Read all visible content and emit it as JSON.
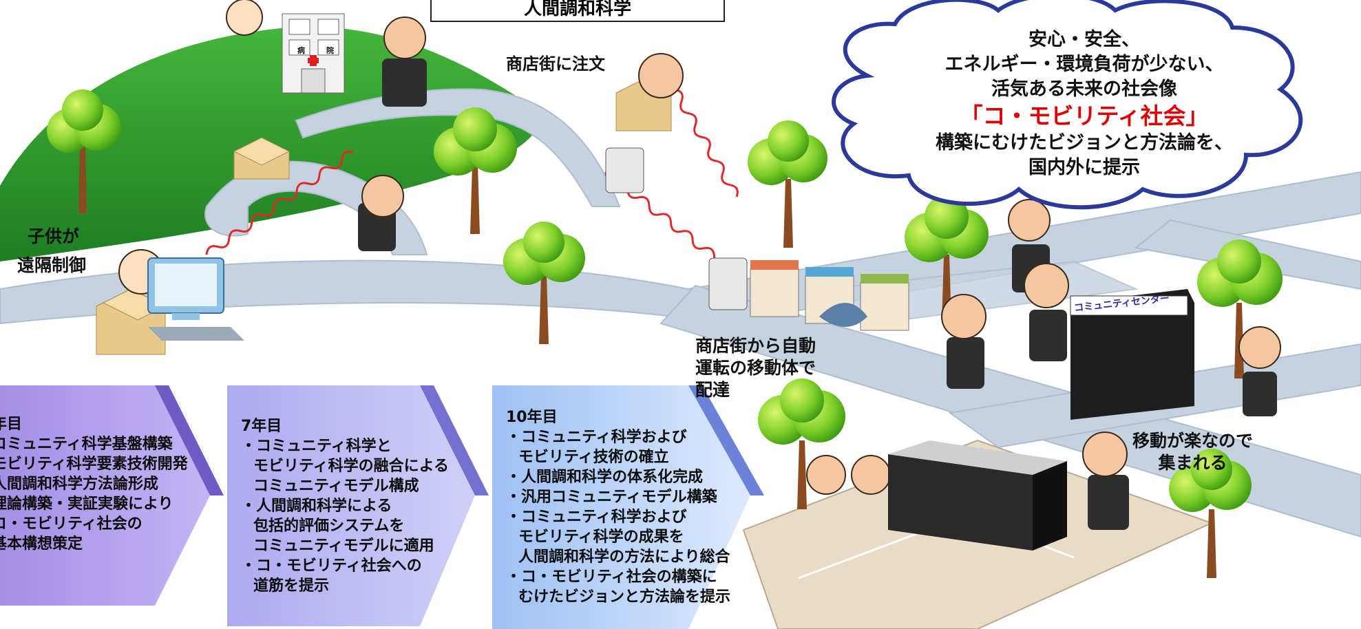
{
  "title": "人間調和科学",
  "cloud": {
    "line1": "安心・安全、",
    "line2": "エネルギー・環境負荷が少ない、",
    "line3": "活気ある未来の社会像",
    "highlight": "「コ・モビリティ社会」",
    "line4": "構築にむけたビジョンと方法論を、",
    "line5": "国内外に提示"
  },
  "labels": {
    "shop_order": "商店街に注文",
    "child_remote_1": "子供が",
    "child_remote_2": "遠隔制御",
    "delivery_1": "商店街から自動",
    "delivery_2": "運転の移動体で",
    "delivery_3": "配達",
    "gather_1": "移動が楽なので",
    "gather_2": "集まれる",
    "community_center": "コミュニティセンター",
    "hospital_1": "病",
    "hospital_2": "院"
  },
  "stages": [
    {
      "title": "年目",
      "items": [
        "コミュニティ科学基盤構築",
        "モビリティ科学要素技術開発",
        "人間調和科学方法論形成",
        "理論構築・実証実験により",
        "コ・モビリティ社会の",
        "基本構想策定"
      ]
    },
    {
      "title": "7年目",
      "items": [
        "・コミュニティ科学と",
        "モビリティ科学の融合による",
        "コミュニティモデル構成",
        "・人間調和科学による",
        "包括的評価システムを",
        "コミュニティモデルに適用",
        "・コ・モビリティ社会への",
        "道筋を提示"
      ]
    },
    {
      "title": "10年目",
      "items": [
        "・コミュニティ科学および",
        "モビリティ技術の確立",
        "・人間調和科学の体系化完成",
        "・汎用コミュニティモデル構築",
        "・コミュニティ科学および",
        "モビリティ科学の成果を",
        "人間調和科学の方法により総合",
        "・コ・モビリティ社会の構築に",
        "むけたビジョンと方法論を提示"
      ]
    }
  ],
  "colors": {
    "hill": "#2f9a2f",
    "road": "#c5d2e0",
    "cloud_outline": "#2b3a9a",
    "highlight_red": "#e00000",
    "stage1": "#b09be8",
    "stage2": "#bdb6f2",
    "stage3": "#b7d2f8"
  }
}
